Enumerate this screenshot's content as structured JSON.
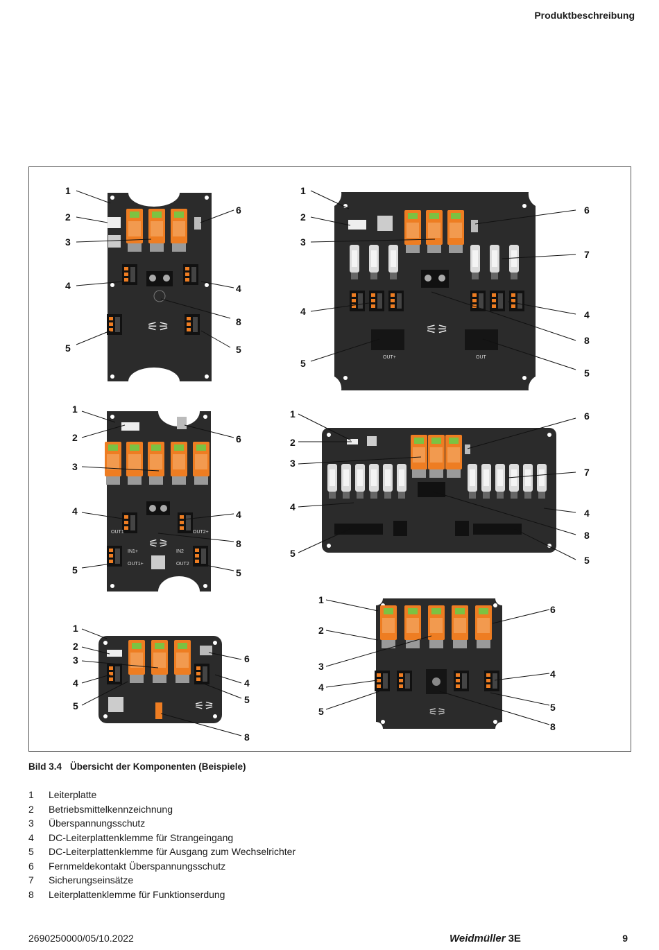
{
  "header": {
    "title": "Produktbeschreibung"
  },
  "figure": {
    "callouts": [
      "1",
      "2",
      "3",
      "4",
      "5",
      "6",
      "7",
      "8"
    ],
    "board_labels": {
      "out_plus": "OUT+",
      "out": "OUT",
      "in1_plus": "IN1+",
      "out1_plus": "OUT1+",
      "in2": "IN2",
      "out2": "OUT2",
      "out1": "OUT1",
      "out2_plus": "OUT2+"
    }
  },
  "caption": {
    "number": "Bild 3.4",
    "text": "Übersicht der Komponenten (Beispiele)"
  },
  "legend": [
    {
      "num": "1",
      "text": "Leiterplatte"
    },
    {
      "num": "2",
      "text": "Betriebsmittelkennzeichnung"
    },
    {
      "num": "3",
      "text": "Überspannungsschutz"
    },
    {
      "num": "4",
      "text": "DC-Leiterplattenklemme für Strangeingang"
    },
    {
      "num": "5",
      "text": "DC-Leiterplattenklemme für Ausgang zum Wechselrichter"
    },
    {
      "num": "6",
      "text": "Fernmeldekontakt Überspannungsschutz"
    },
    {
      "num": "7",
      "text": "Sicherungseinsätze"
    },
    {
      "num": "8",
      "text": "Leiterplattenklemme für Funktionserdung"
    }
  ],
  "footer": {
    "doc_number": "2690250000/05/10.2022",
    "brand": "Weidmüller",
    "brand_mark": "3E",
    "page": "9"
  },
  "colors": {
    "board": "#2b2b2b",
    "spd_orange": "#ee7d22",
    "frame": "#555555"
  }
}
